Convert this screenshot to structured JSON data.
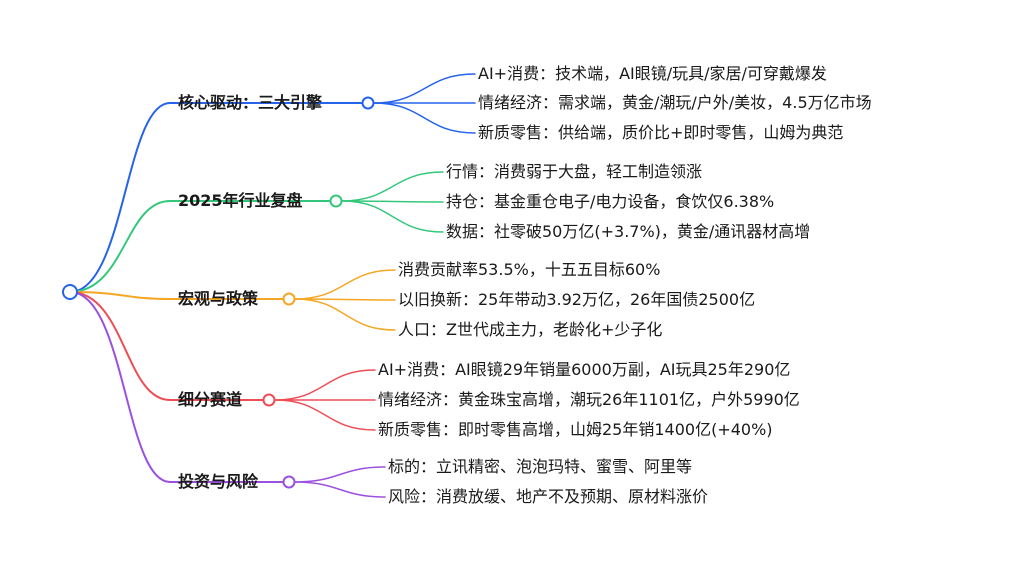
{
  "mindmap": {
    "root": {
      "label": ""
    },
    "branches": [
      {
        "label": "核心驱动：三大引擎",
        "color": "#2563eb",
        "children": [
          "AI+消费：技术端，AI眼镜/玩具/家居/可穿戴爆发",
          "情绪经济：需求端，黄金/潮玩/户外/美妆，4.5万亿市场",
          "新质零售：供给端，质价比+即时零售，山姆为典范"
        ]
      },
      {
        "label": "2025年行业复盘",
        "color": "#34c77b",
        "children": [
          "行情：消费弱于大盘，轻工制造领涨",
          "持仓：基金重仓电子/电力设备，食饮仅6.38%",
          "数据：社零破50万亿(+3.7%)，黄金/通讯器材高增"
        ]
      },
      {
        "label": "宏观与政策",
        "color": "#f5a623",
        "children": [
          "消费贡献率53.5%，十五五目标60%",
          "以旧换新：25年带动3.92万亿，26年国债2500亿",
          "人口：Z世代成主力，老龄化+少子化"
        ]
      },
      {
        "label": "细分赛道",
        "color": "#ef4d56",
        "children": [
          "AI+消费：AI眼镜29年销量6000万副，AI玩具25年290亿",
          "情绪经济：黄金珠宝高增，潮玩26年1101亿，户外5990亿",
          "新质零售：即时零售高增，山姆25年销1400亿(+40%)"
        ]
      },
      {
        "label": "投资与风险",
        "color": "#9b51e0",
        "children": [
          "标的：立讯精密、泡泡玛特、蜜雪、阿里等",
          "风险：消费放缓、地产不及预期、原材料涨价"
        ]
      }
    ]
  }
}
